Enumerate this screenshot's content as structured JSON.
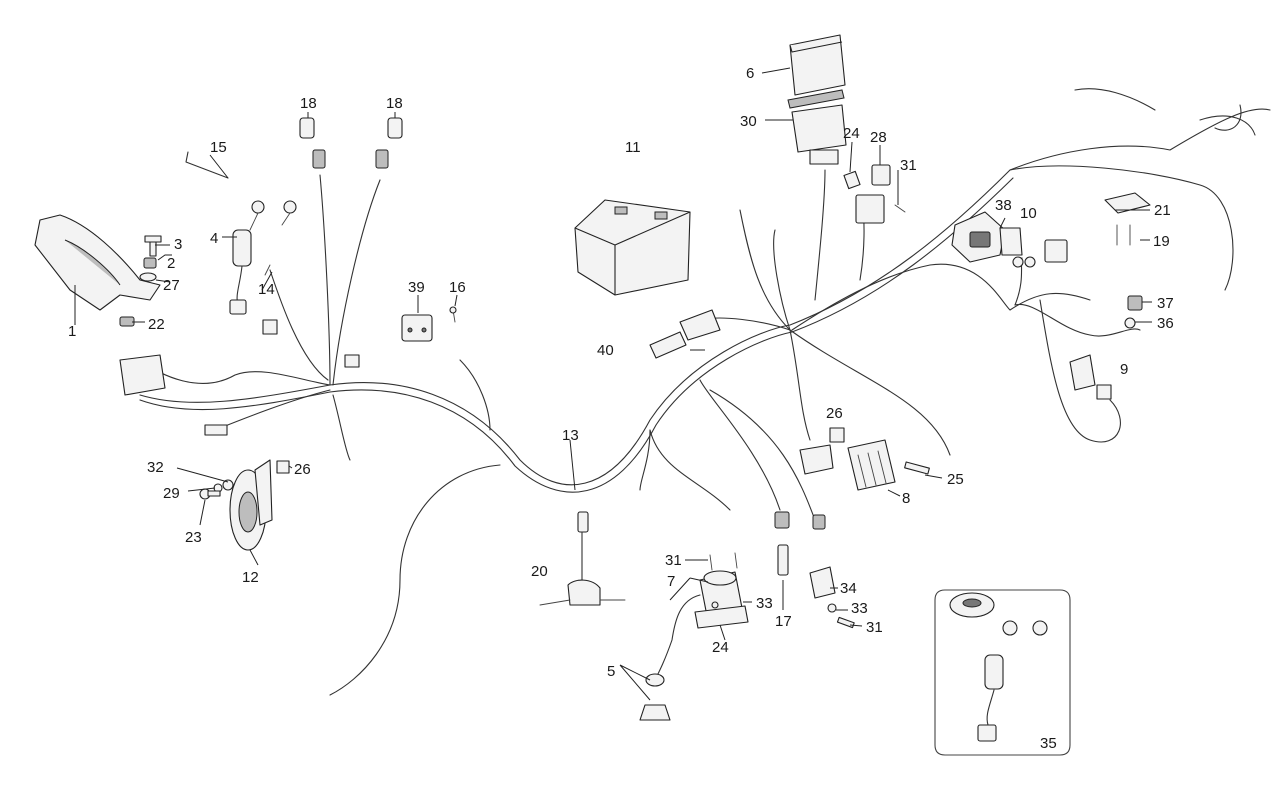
{
  "diagram": {
    "callouts": [
      {
        "id": "c1",
        "text": "1"
      },
      {
        "id": "c2",
        "text": "2"
      },
      {
        "id": "c3",
        "text": "3"
      },
      {
        "id": "c4",
        "text": "4"
      },
      {
        "id": "c5",
        "text": "5"
      },
      {
        "id": "c6",
        "text": "6"
      },
      {
        "id": "c7",
        "text": "7"
      },
      {
        "id": "c8",
        "text": "8"
      },
      {
        "id": "c9",
        "text": "9"
      },
      {
        "id": "c10",
        "text": "10"
      },
      {
        "id": "c11",
        "text": "11"
      },
      {
        "id": "c12",
        "text": "12"
      },
      {
        "id": "c13",
        "text": "13"
      },
      {
        "id": "c14",
        "text": "14"
      },
      {
        "id": "c15",
        "text": "15"
      },
      {
        "id": "c16",
        "text": "16"
      },
      {
        "id": "c17",
        "text": "17"
      },
      {
        "id": "c18a",
        "text": "18"
      },
      {
        "id": "c18b",
        "text": "18"
      },
      {
        "id": "c19",
        "text": "19"
      },
      {
        "id": "c20",
        "text": "20"
      },
      {
        "id": "c21",
        "text": "21"
      },
      {
        "id": "c22",
        "text": "22"
      },
      {
        "id": "c23",
        "text": "23"
      },
      {
        "id": "c24a",
        "text": "24"
      },
      {
        "id": "c24b",
        "text": "24"
      },
      {
        "id": "c25",
        "text": "25"
      },
      {
        "id": "c26a",
        "text": "26"
      },
      {
        "id": "c26b",
        "text": "26"
      },
      {
        "id": "c27",
        "text": "27"
      },
      {
        "id": "c28",
        "text": "28"
      },
      {
        "id": "c29",
        "text": "29"
      },
      {
        "id": "c30",
        "text": "30"
      },
      {
        "id": "c31a",
        "text": "31"
      },
      {
        "id": "c31b",
        "text": "31"
      },
      {
        "id": "c31c",
        "text": "31"
      },
      {
        "id": "c32",
        "text": "32"
      },
      {
        "id": "c33a",
        "text": "33"
      },
      {
        "id": "c33b",
        "text": "33"
      },
      {
        "id": "c34",
        "text": "34"
      },
      {
        "id": "c35",
        "text": "35"
      },
      {
        "id": "c36",
        "text": "36"
      },
      {
        "id": "c37",
        "text": "37"
      },
      {
        "id": "c38",
        "text": "38"
      },
      {
        "id": "c39",
        "text": "39"
      },
      {
        "id": "c40",
        "text": "40"
      }
    ]
  }
}
